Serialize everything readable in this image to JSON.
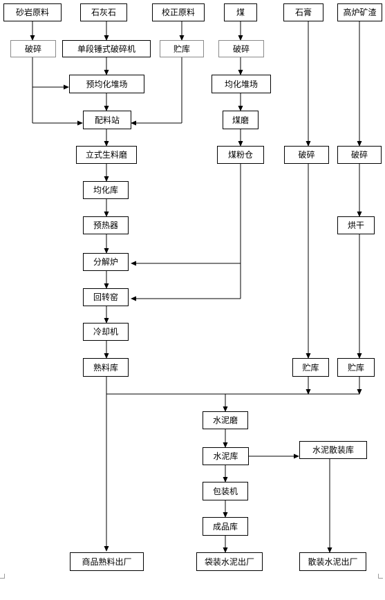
{
  "nodes": {
    "sandstone": "砂岩原料",
    "limestone": "石灰石",
    "correction": "校正原料",
    "coal": "煤",
    "gypsum": "石膏",
    "slag": "高炉矿渣",
    "crush1": "破碎",
    "hammer_crusher": "单段锤式破碎机",
    "storage1": "贮库",
    "coal_crush": "破碎",
    "pre_homog": "预均化堆场",
    "coal_homog": "均化堆场",
    "batching": "配料站",
    "coal_mill": "煤磨",
    "vertical_mill": "立式生料磨",
    "coal_bin": "煤粉仓",
    "gypsum_crush": "破碎",
    "slag_crush": "破碎",
    "homog_silo": "均化库",
    "preheater": "预热器",
    "dryer": "烘干",
    "calciner": "分解炉",
    "kiln": "回转窑",
    "cooler": "冷却机",
    "clinker_silo": "熟料库",
    "gypsum_storage": "贮库",
    "slag_storage": "贮库",
    "cement_mill": "水泥磨",
    "cement_silo": "水泥库",
    "bulk_silo": "水泥散装库",
    "packing": "包装机",
    "product_store": "成品库",
    "clinker_out": "商品熟料出厂",
    "bag_out": "袋装水泥出厂",
    "bulk_out": "散装水泥出厂"
  }
}
